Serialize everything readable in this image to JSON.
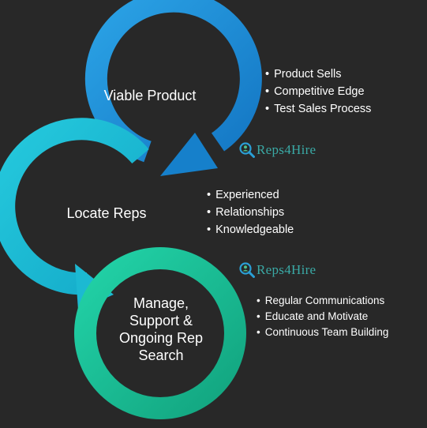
{
  "accent_colors": {
    "stage1": "#1E90D8",
    "stage2": "#19C2DA",
    "stage3": "#19C99A"
  },
  "stages": [
    {
      "title": "Viable Product",
      "bullets": [
        "Product Sells",
        "Competitive Edge",
        "Test Sales Process"
      ]
    },
    {
      "title": "Locate Reps",
      "bullets": [
        "Experienced",
        "Relationships",
        "Knowledgeable"
      ]
    },
    {
      "title": "Manage, Support & Ongoing Rep Search",
      "bullets": [
        "Regular Communications",
        "Educate and Motivate",
        "Continuous Team Building"
      ]
    }
  ],
  "logo": {
    "text": "Reps4Hire",
    "icon": "magnifier-person-icon"
  }
}
